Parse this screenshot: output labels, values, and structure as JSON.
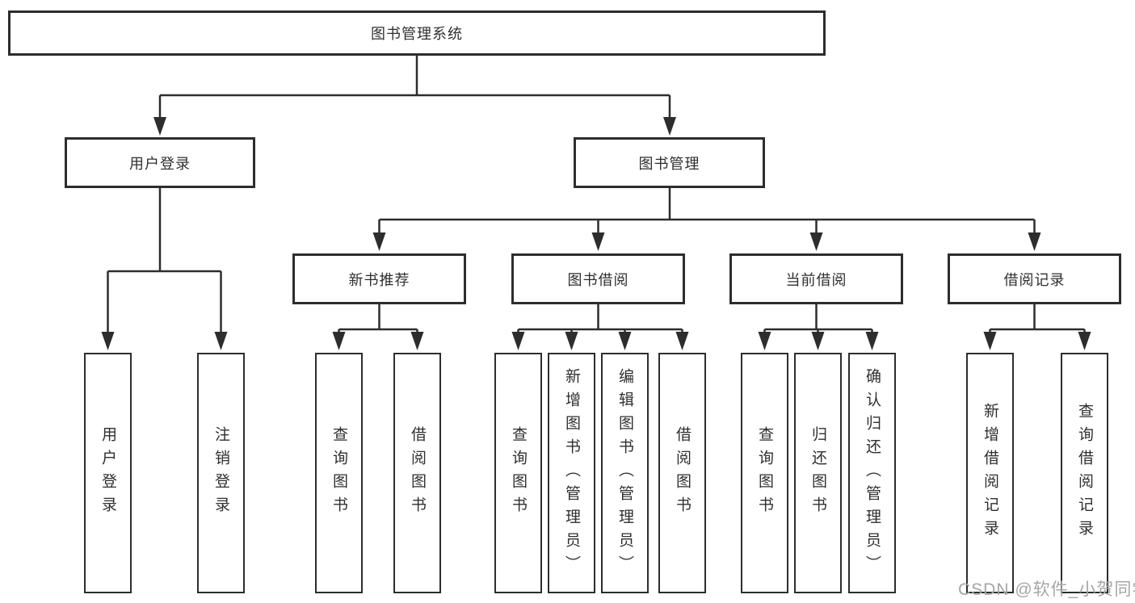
{
  "colors": {
    "line": "#2d2d2d",
    "text": "#2f2f2f",
    "box_background": "#ffffff",
    "watermark": "#a6a6a6"
  },
  "watermark": {
    "text": "CSDN @软件_小贺同学"
  },
  "tree": {
    "root": "图书管理系统",
    "user": {
      "label": "用户登录",
      "children": [
        "用户登录",
        "注销登录"
      ]
    },
    "book": {
      "label": "图书管理",
      "modules": [
        {
          "label": "新书推荐",
          "children": [
            "查询图书",
            "借阅图书"
          ]
        },
        {
          "label": "图书借阅",
          "children": [
            "查询图书",
            "新增图书（管理员）",
            "编辑图书（管理员）",
            "借阅图书"
          ]
        },
        {
          "label": "当前借阅",
          "children": [
            "查询图书",
            "归还图书",
            "确认归还（管理员）"
          ]
        },
        {
          "label": "借阅记录",
          "children": [
            "新增借阅记录",
            "查询借阅记录"
          ]
        }
      ]
    }
  }
}
